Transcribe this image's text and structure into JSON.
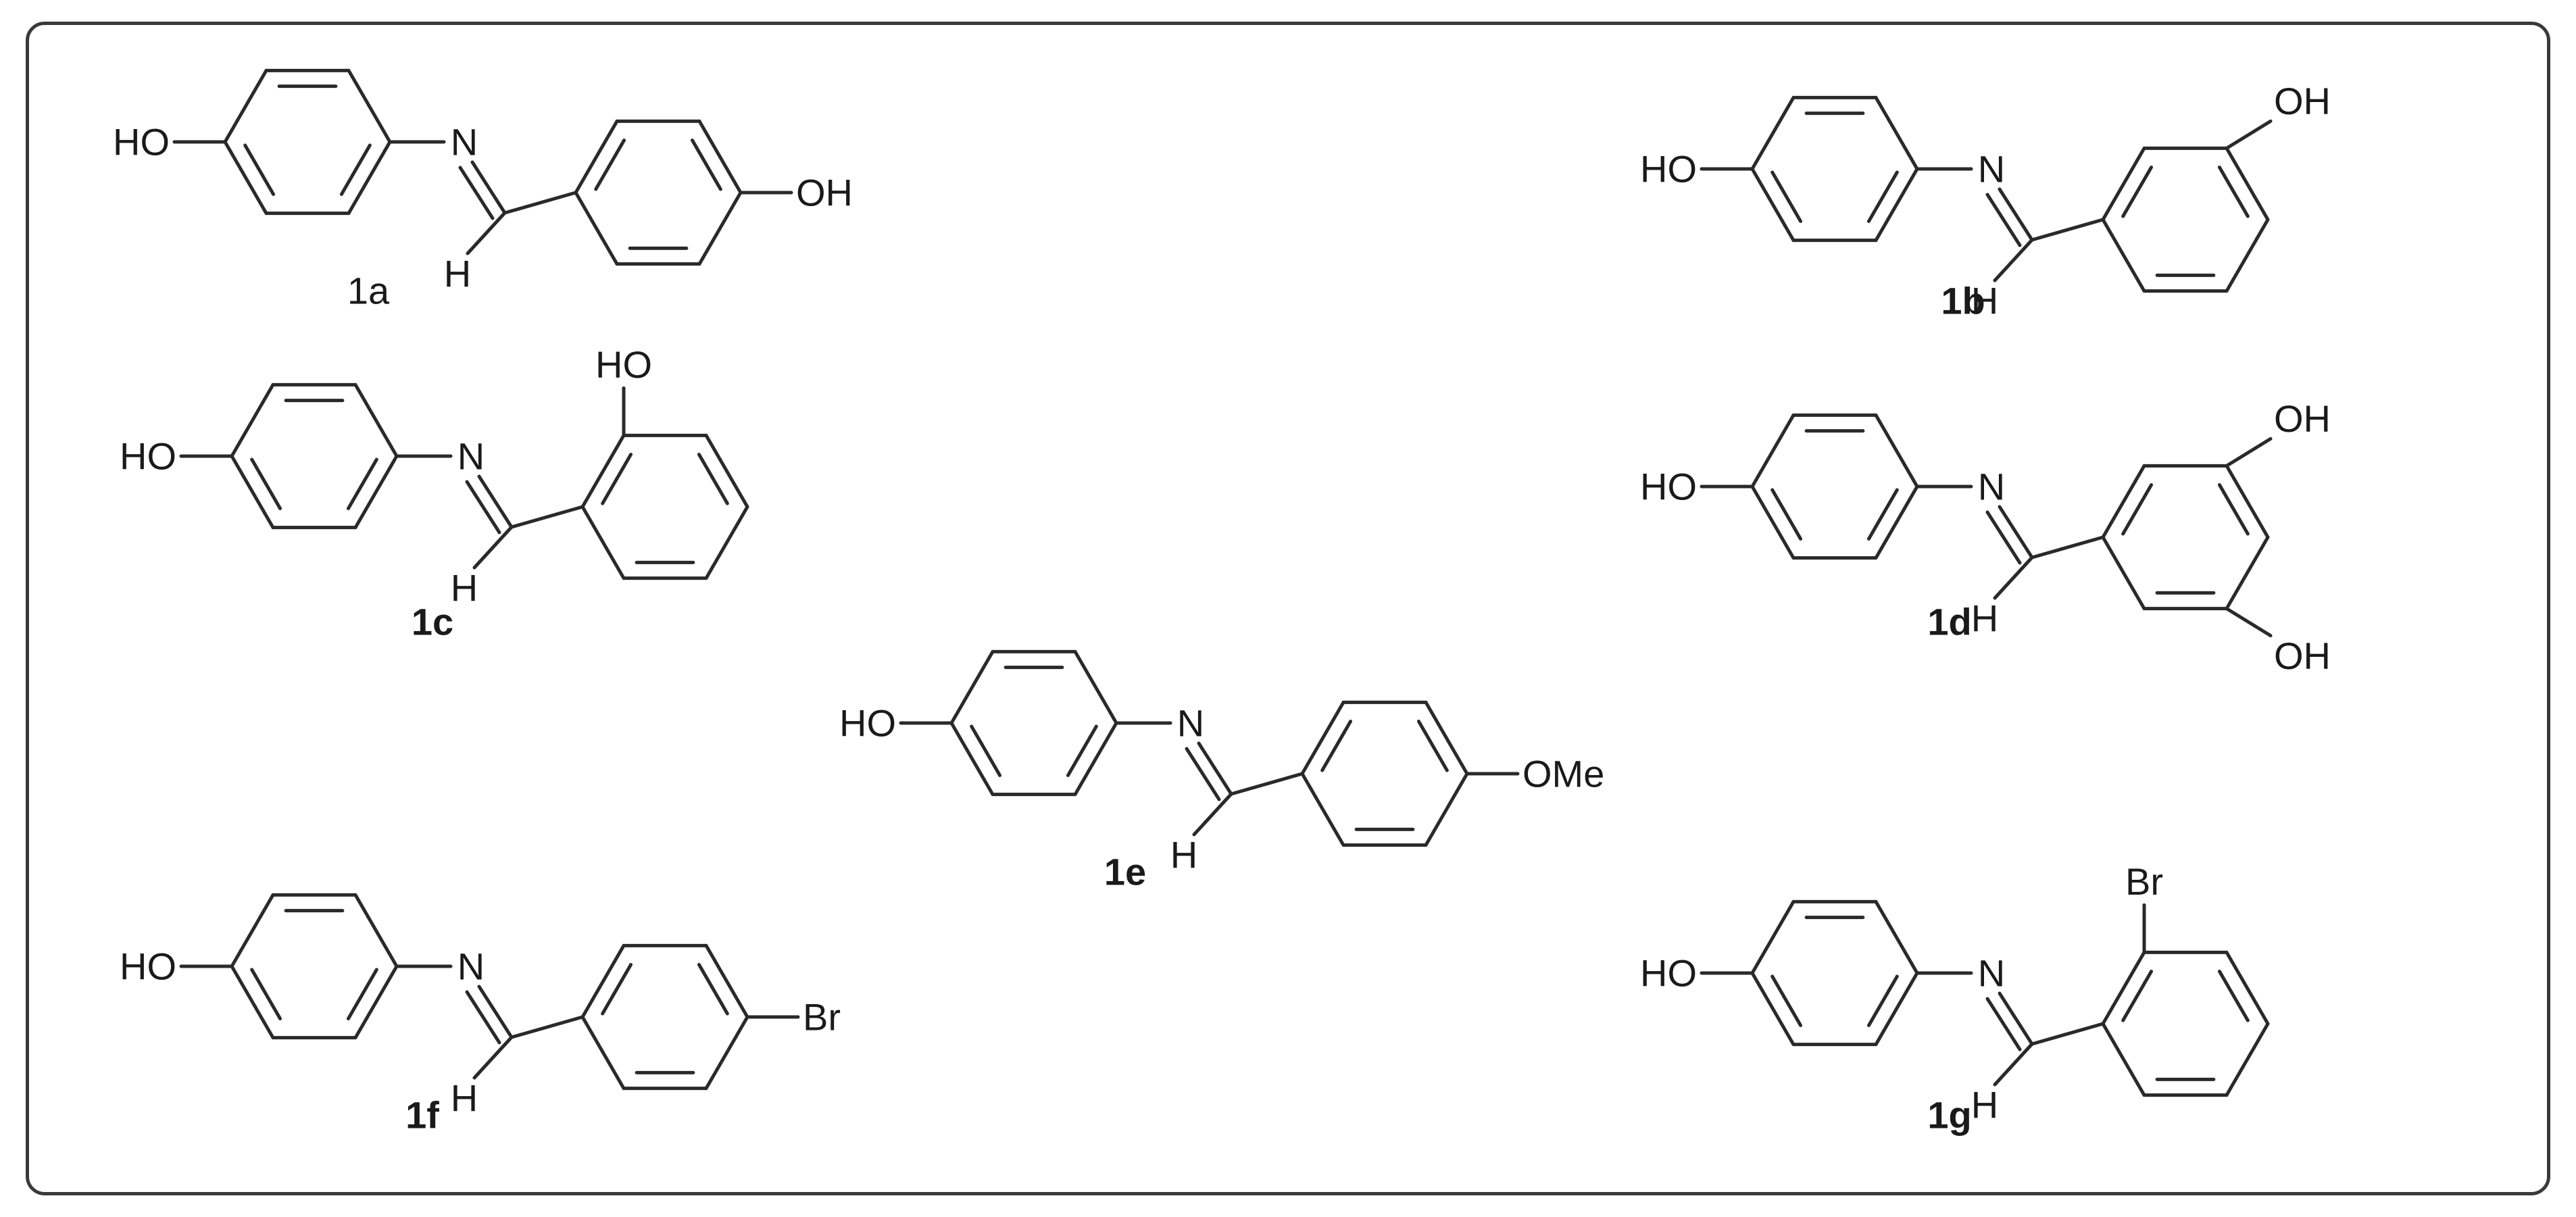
{
  "compounds": [
    {
      "id": "1a",
      "subs": [
        {
          "text": "OH"
        }
      ]
    },
    {
      "id": "1b",
      "subs": [
        {
          "text": "OH"
        }
      ]
    },
    {
      "id": "1c",
      "subs": [
        {
          "text": "HO"
        }
      ]
    },
    {
      "id": "1d",
      "subs": [
        {
          "text": "OH"
        },
        {
          "text": "OH"
        }
      ]
    },
    {
      "id": "1e",
      "subs": [
        {
          "text": "OMe"
        }
      ]
    },
    {
      "id": "1f",
      "subs": [
        {
          "text": "Br"
        }
      ]
    },
    {
      "id": "1g",
      "subs": [
        {
          "text": "Br"
        }
      ]
    }
  ],
  "common": {
    "left_group": "HO",
    "imine_n": "N",
    "imine_h": "H"
  }
}
